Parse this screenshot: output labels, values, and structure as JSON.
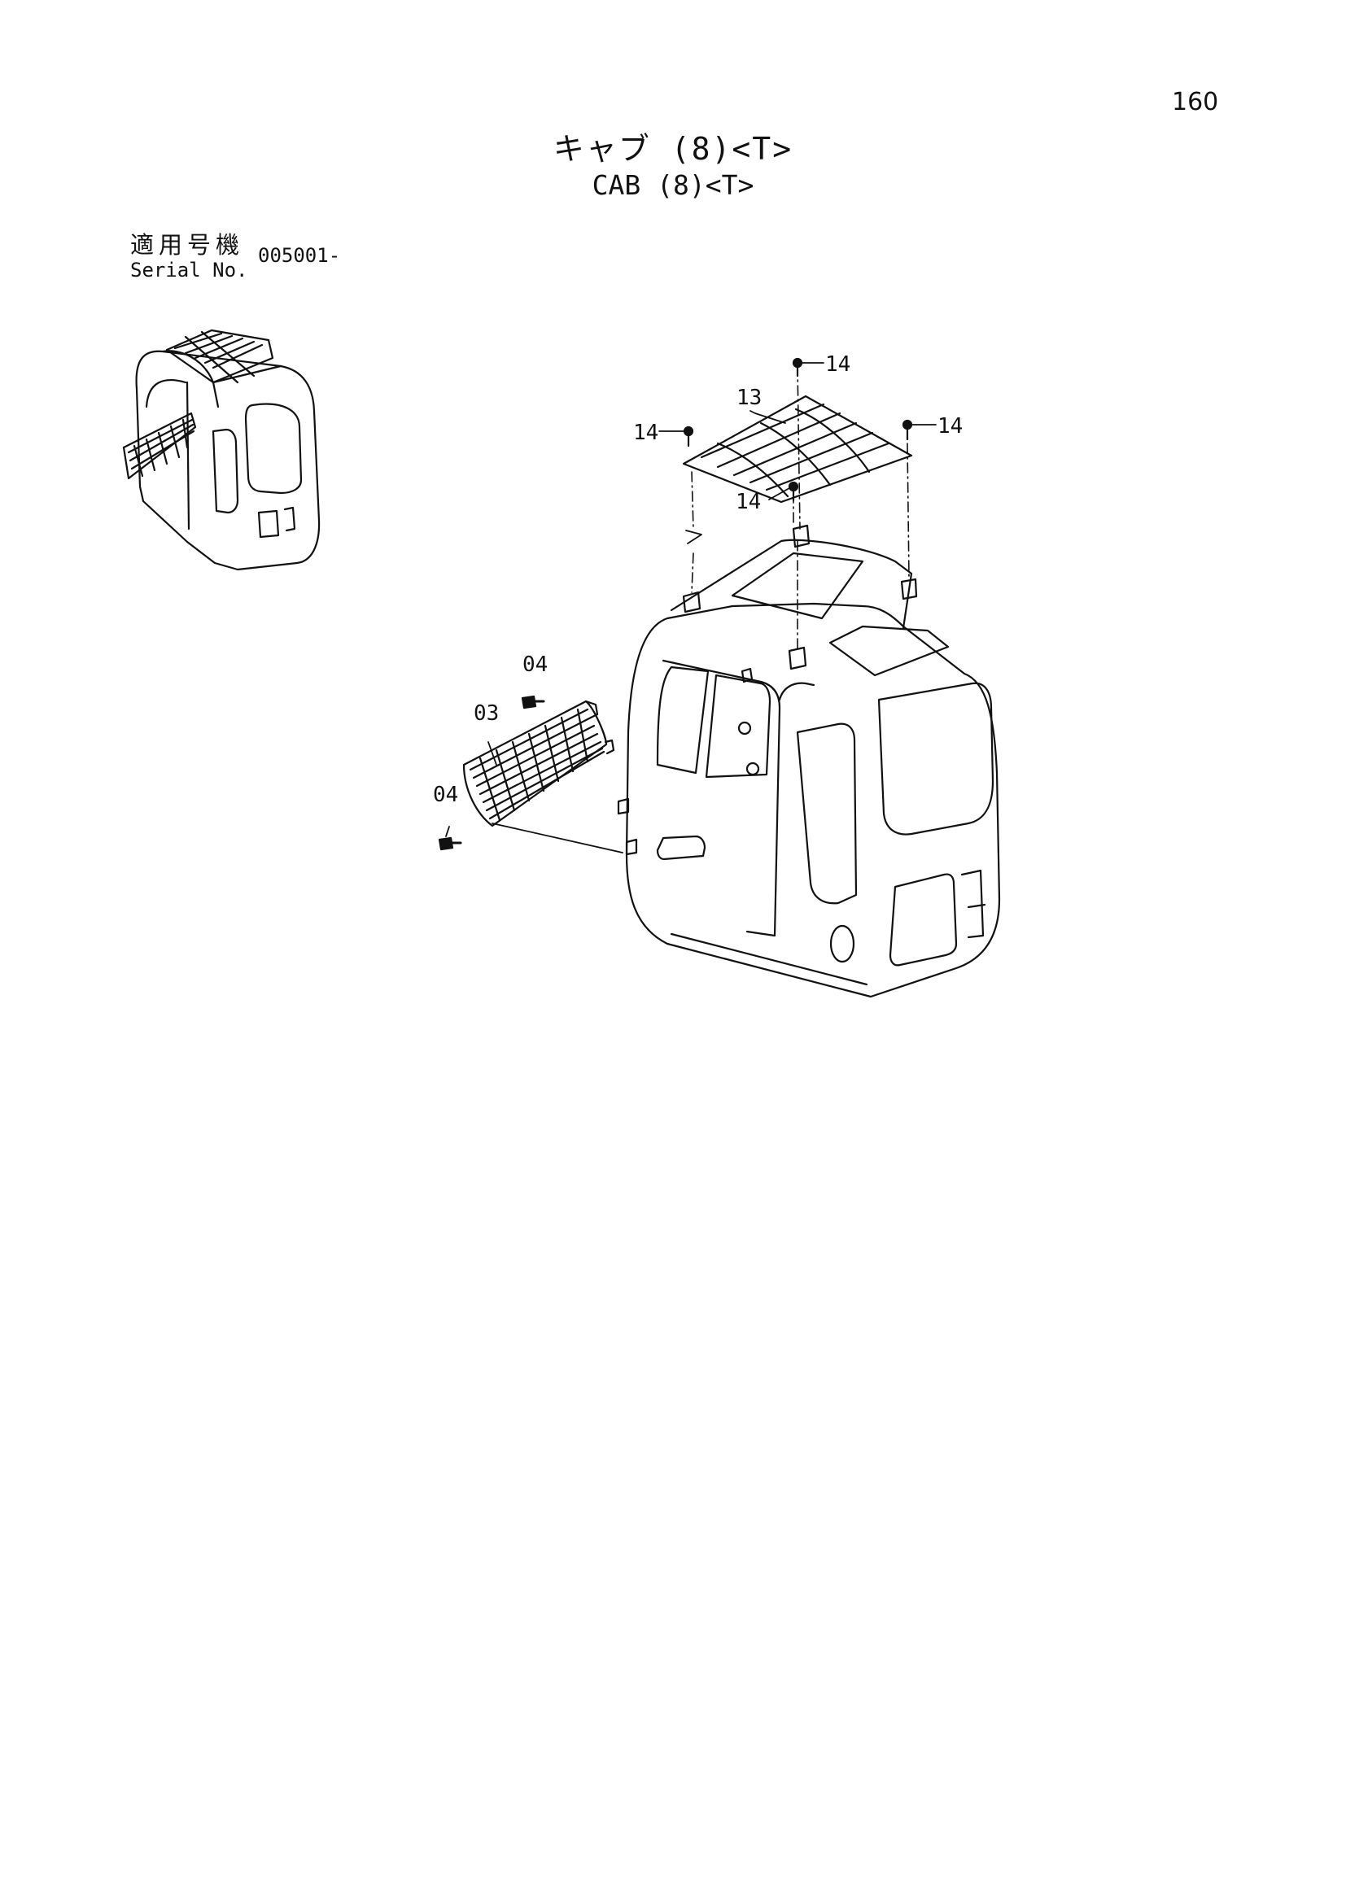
{
  "page": {
    "number": "160"
  },
  "title": {
    "jp": "キャブ (8)<T>",
    "en": "CAB (8)<T>"
  },
  "serial": {
    "label_jp": "適用号機",
    "label_en": "Serial No.",
    "value": "005001-"
  },
  "callouts": {
    "c14_top": "14",
    "c13": "13",
    "c14_left": "14",
    "c14_right": "14",
    "c14_center": "14",
    "c04_top": "04",
    "c03": "03",
    "c04_bottom": "04"
  }
}
